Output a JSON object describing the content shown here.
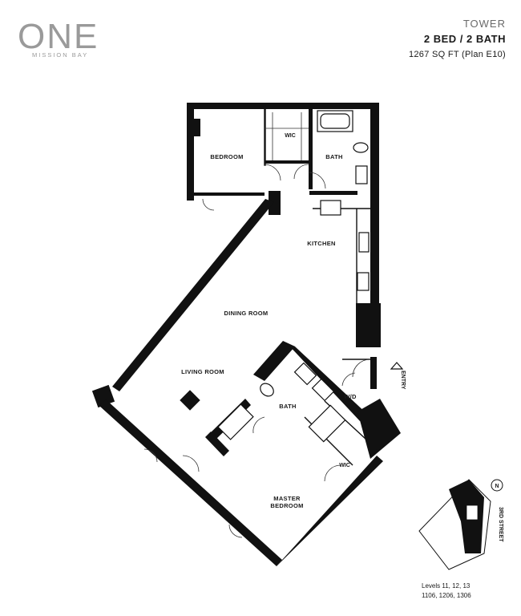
{
  "logo": {
    "main": "ONE",
    "sub": "MISSION BAY"
  },
  "header": {
    "tower": "TOWER",
    "bed_bath": "2 BED / 2 BATH",
    "area": "1267 SQ FT (Plan E10)"
  },
  "rooms": {
    "bedroom": "BEDROOM",
    "wic_upper": "WIC",
    "bath_upper": "BATH",
    "kitchen": "KITCHEN",
    "dining": "DINING ROOM",
    "living": "LIVING ROOM",
    "bath_lower": "BATH",
    "wd": "W/D",
    "wic_lower": "WIC",
    "master_line1": "MASTER",
    "master_line2": "BEDROOM",
    "entry": "ENTRY"
  },
  "keyplan": {
    "north": "N",
    "street": "3RD STREET",
    "levels_line1": "Levels 11, 12, 13",
    "levels_line2": "1106, 1206, 1306"
  },
  "colors": {
    "wall": "#111111",
    "logo": "#9a9a9a"
  }
}
